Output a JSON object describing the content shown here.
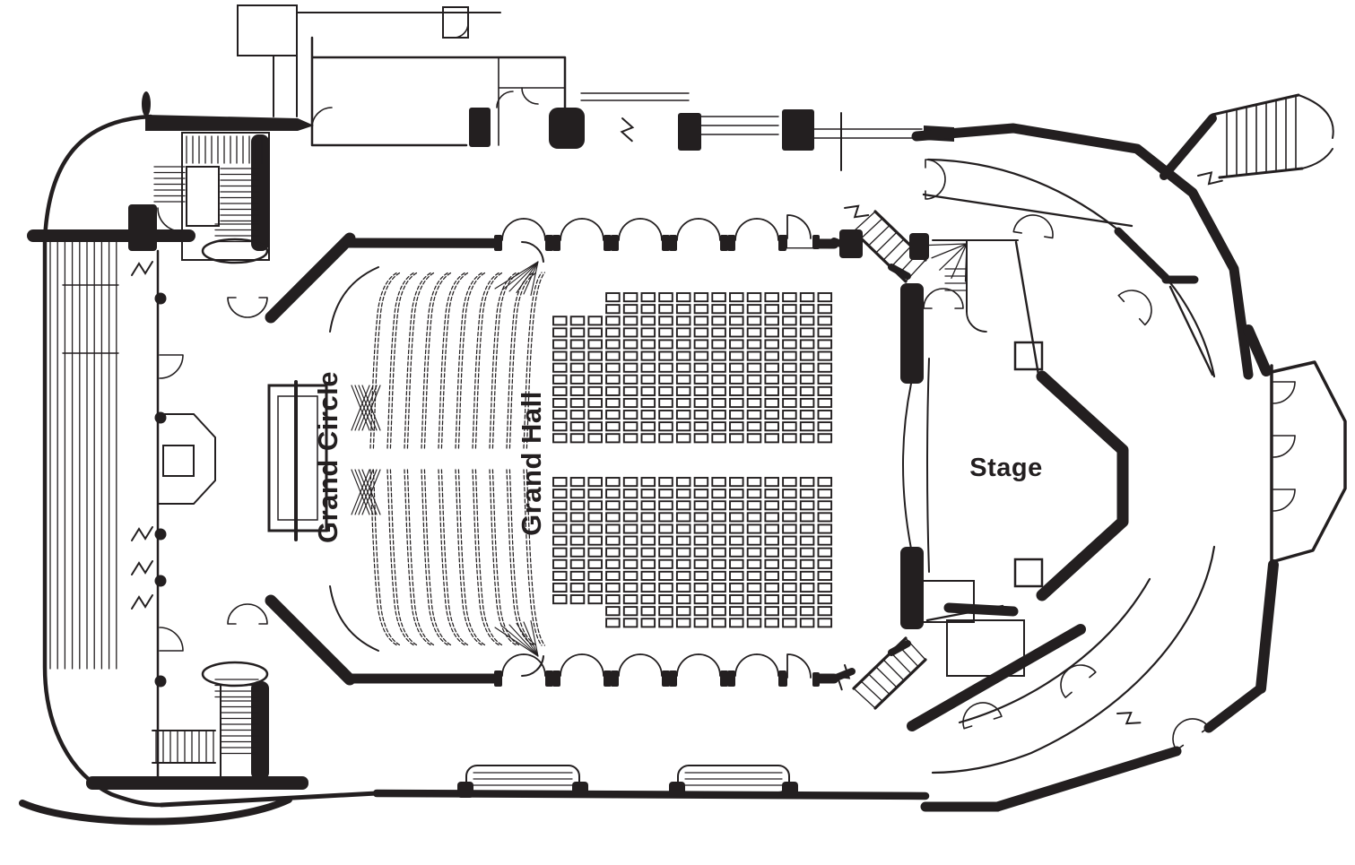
{
  "colors": {
    "ink": "#231f20",
    "paper": "#ffffff"
  },
  "rooms": {
    "grand_circle": {
      "label": "Grand Circle"
    },
    "grand_hall": {
      "label": "Grand Hall"
    },
    "stage": {
      "label": "Stage"
    }
  }
}
